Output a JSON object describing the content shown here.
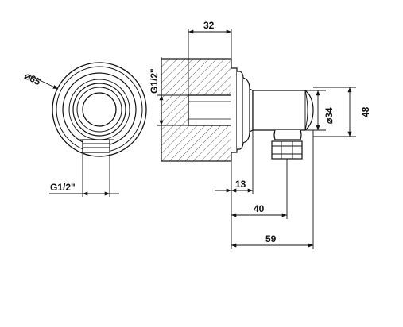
{
  "dimensions": {
    "diameter_65": "⌀65",
    "thread_left": "G1/2\"",
    "width_32": "32",
    "thread_wall": "G1/2\"",
    "diameter_34": "⌀34",
    "height_48": "48",
    "depth_13": "13",
    "depth_40": "40",
    "depth_59": "59"
  }
}
